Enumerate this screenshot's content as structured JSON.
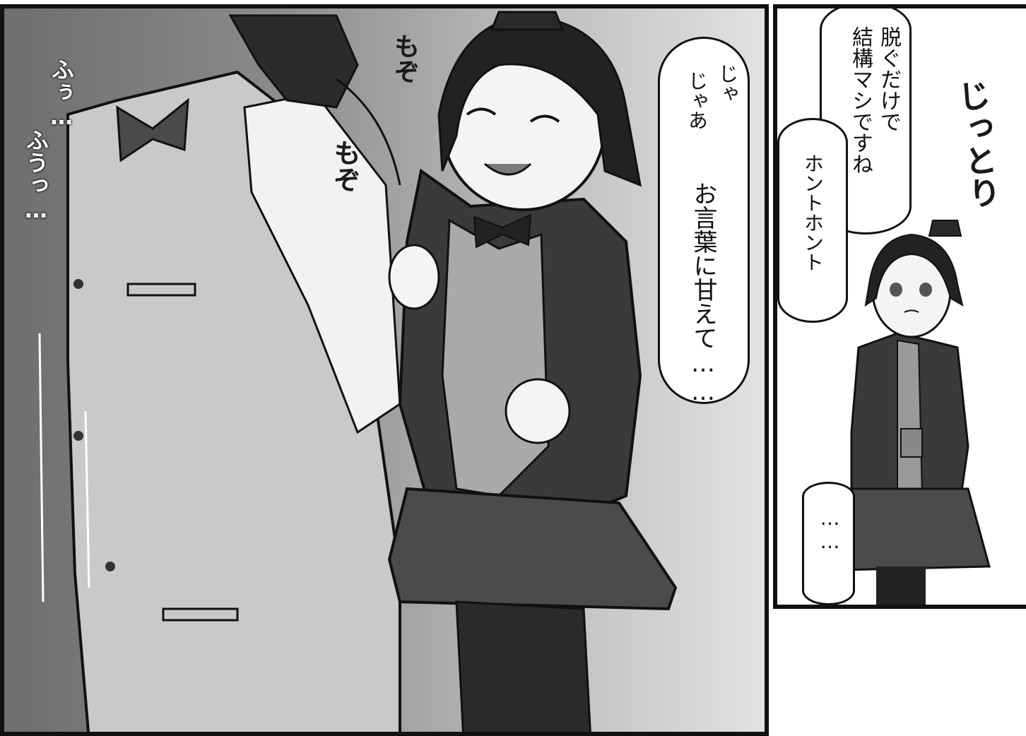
{
  "panels": {
    "left": {
      "dialogue": {
        "line1": "じゃ",
        "line2": "じゃあ",
        "line3": "お言葉に甘えて……"
      },
      "sfx": {
        "mozo_a": "もぞ",
        "mozo_b": "もぞ",
        "fuu_a": "ふぅ…",
        "fuu_b": "ふうっ…"
      }
    },
    "right": {
      "dialogue": {
        "line1": "脱ぐだけで",
        "line2": "結構マシですね",
        "hontohonto": "ホントホント",
        "ellipsis": "……"
      },
      "sfx": {
        "jittori": "じっとり"
      }
    }
  },
  "colors": {
    "ink": "#111111",
    "paper": "#ffffff",
    "screentone_dark": "#6e6e6e",
    "screentone_light": "#e2e2e2"
  }
}
